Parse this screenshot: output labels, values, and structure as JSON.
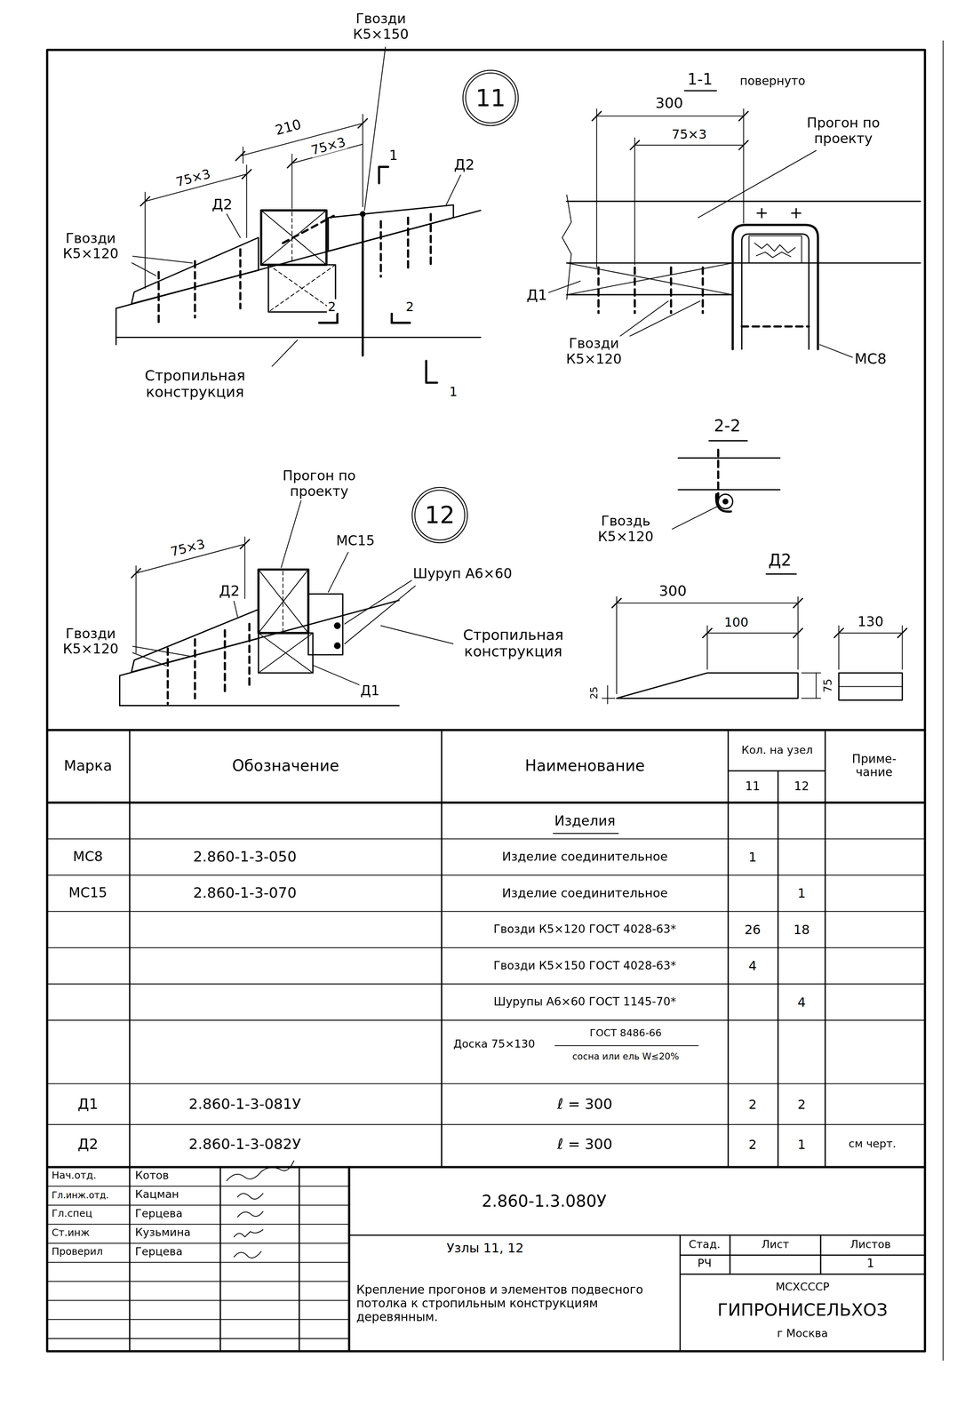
{
  "diagram": {
    "nodes": [
      {
        "text": [
          "11"
        ]
      },
      {
        "text": [
          "12"
        ]
      }
    ],
    "labels": [
      "Гвозди К5×150",
      "210",
      "75×3",
      "75×3",
      "1",
      "Д2",
      "Д2",
      "Гвозди К5×120",
      "2",
      "2",
      "Стропильная конструкция",
      "1",
      "1-1",
      "повернуто",
      "300",
      "75×3",
      "Прогон по проекту",
      "Д1",
      "Гвозди К5×120",
      "МС8",
      "2-2",
      "Гвоздь К5×120",
      "Прогон по проекту",
      "75×3",
      "МС15",
      "Шуруп А6×60",
      "Д2",
      "Гвозди К5×120",
      "Стропильная конструкция",
      "Д1",
      "Д2",
      "300",
      "100",
      "130",
      "25",
      "75",
      "Марка",
      "Обозначение",
      "Наименование",
      "Кол. на узел",
      "11",
      "12",
      "Приме- чание",
      "Изделия",
      "МС8",
      "2.860-1-3-050",
      "Изделие соединительное",
      "1",
      "МС15",
      "2.860-1-3-070",
      "Изделие соединительное",
      "1",
      "Гвозди К5×120 ГОСТ 4028-63*",
      "26",
      "18",
      "Гвозди К5×150 ГОСТ 4028-63*",
      "4",
      "Шурупы А6×60 ГОСТ 1145-70*",
      "4",
      "Доска 75×130",
      "ГОСТ 8486-66",
      "сосна или ель W≤20%",
      "Д1",
      "2.860-1-3-081У",
      "ℓ = 300",
      "2",
      "2",
      "Д2",
      "2.860-1-3-082У",
      "ℓ = 300",
      "2",
      "1",
      "см черт.",
      "Нач.отд.",
      "Котов",
      "Гл.инж.отд.",
      "Кацман",
      "Гл.спец",
      "Герцева",
      "Ст.инж",
      "Кузьмина",
      "Проверил",
      "Герцева",
      "2.860-1.3.080У",
      "Узлы 11, 12",
      "Крепление прогонов и элементов подвесного потолка к стропильным конструкциям деревянным.",
      "Стад.",
      "Лист",
      "Листов",
      "РЧ",
      "1",
      "МСХСССР",
      "ГИПРОНИСЕЛЬХОЗ",
      "г Москва"
    ]
  }
}
